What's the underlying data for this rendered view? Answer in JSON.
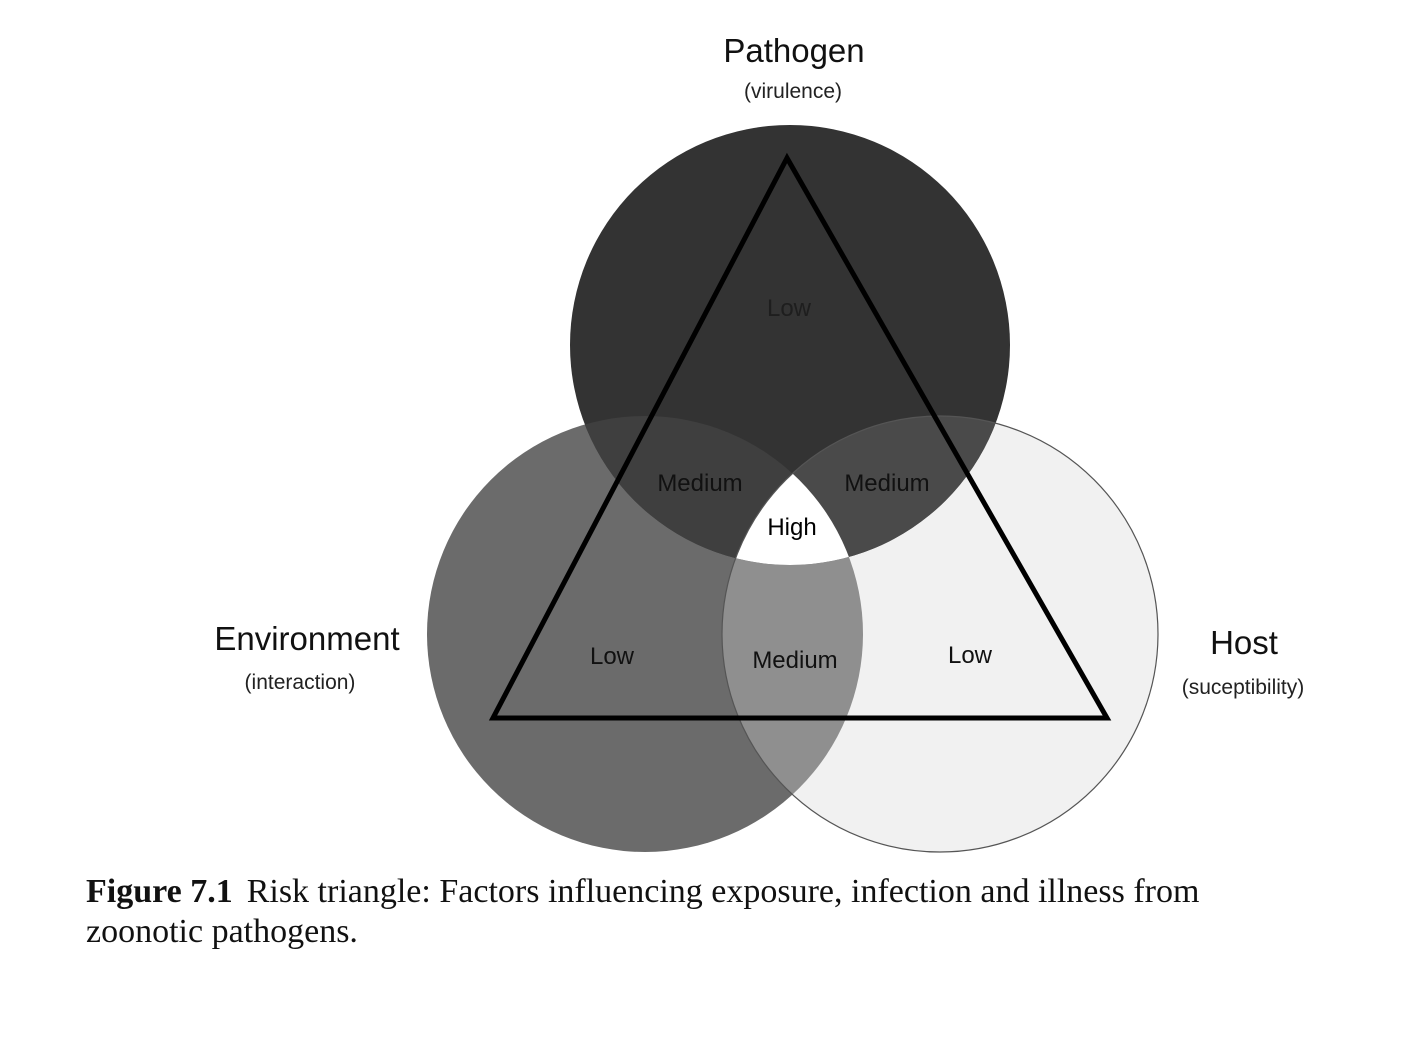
{
  "factors": {
    "pathogen": {
      "name": "Pathogen",
      "sub": "(virulence)"
    },
    "environment": {
      "name": "Environment",
      "sub": "(interaction)"
    },
    "host": {
      "name": "Host",
      "sub": "(suceptibility)"
    }
  },
  "regions": {
    "pathogen_only": "Low",
    "environment_only": "Low",
    "host_only": "Low",
    "pathogen_environment": "Medium",
    "pathogen_host": "Medium",
    "environment_host": "Medium",
    "center": "High"
  },
  "colors": {
    "pathogen_fill": "#333333",
    "environment_fill": "#6b6b6b",
    "host_fill": "#f1f1f1",
    "pathogen_environment": "#3f3f3f",
    "pathogen_host": "#4a4a4a",
    "environment_host": "#8f8f8f",
    "center": "#ffffff",
    "stroke": "#000000"
  },
  "caption": {
    "number": "Figure 7.1",
    "text": "Risk triangle: Factors influencing exposure, infection and illness from zoonotic pathogens."
  }
}
